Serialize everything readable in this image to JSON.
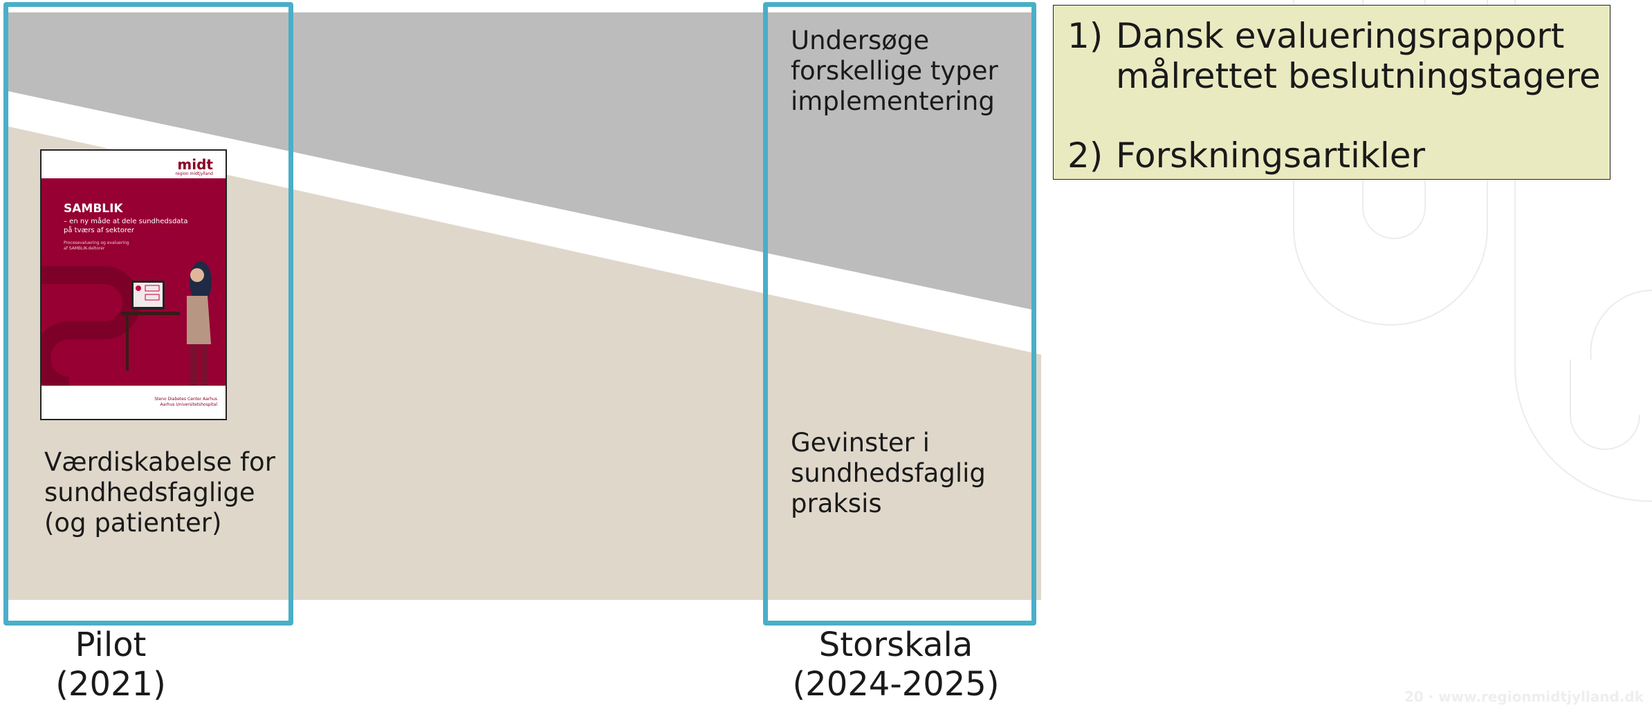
{
  "colors": {
    "grey_band": "#bcbcbc",
    "beige_band": "#dfd7ca",
    "frame": "#4aaec8",
    "goal_box": "#e9eac0",
    "cover_red": "#960032"
  },
  "left_column": {
    "text": "Værdiskabelse for\nsundhedsfaglige\n(og patienter)",
    "stage_label": "Pilot\n(2021)"
  },
  "right_column": {
    "top_text": "Undersøge\nforskellige typer\nimplementering",
    "bottom_text": "Gevinster i\nsundhedsfaglig\npraksis",
    "stage_label": "Storskala\n(2024-2025)"
  },
  "goals": [
    {
      "num": "1)",
      "text": "Dansk evalueringsrapport\nmålrettet beslutningstagere"
    },
    {
      "num": "2)",
      "text": "Forskningsartikler"
    }
  ],
  "report_cover": {
    "logo": "midt",
    "logo_sub": "region midtjylland",
    "title": "SAMBLIK",
    "tagline": "– en ny måde at dele sundhedsdata\npå tværs af sektorer",
    "small_text": "Procesevaluering og evaluering\naf SAMBLIK-deltorer",
    "footer": "Steno Diabetes Center Aarhus\nAarhus Universitetshospital"
  },
  "footer": {
    "text": "20 · www.regionmidtjylland.dk"
  }
}
